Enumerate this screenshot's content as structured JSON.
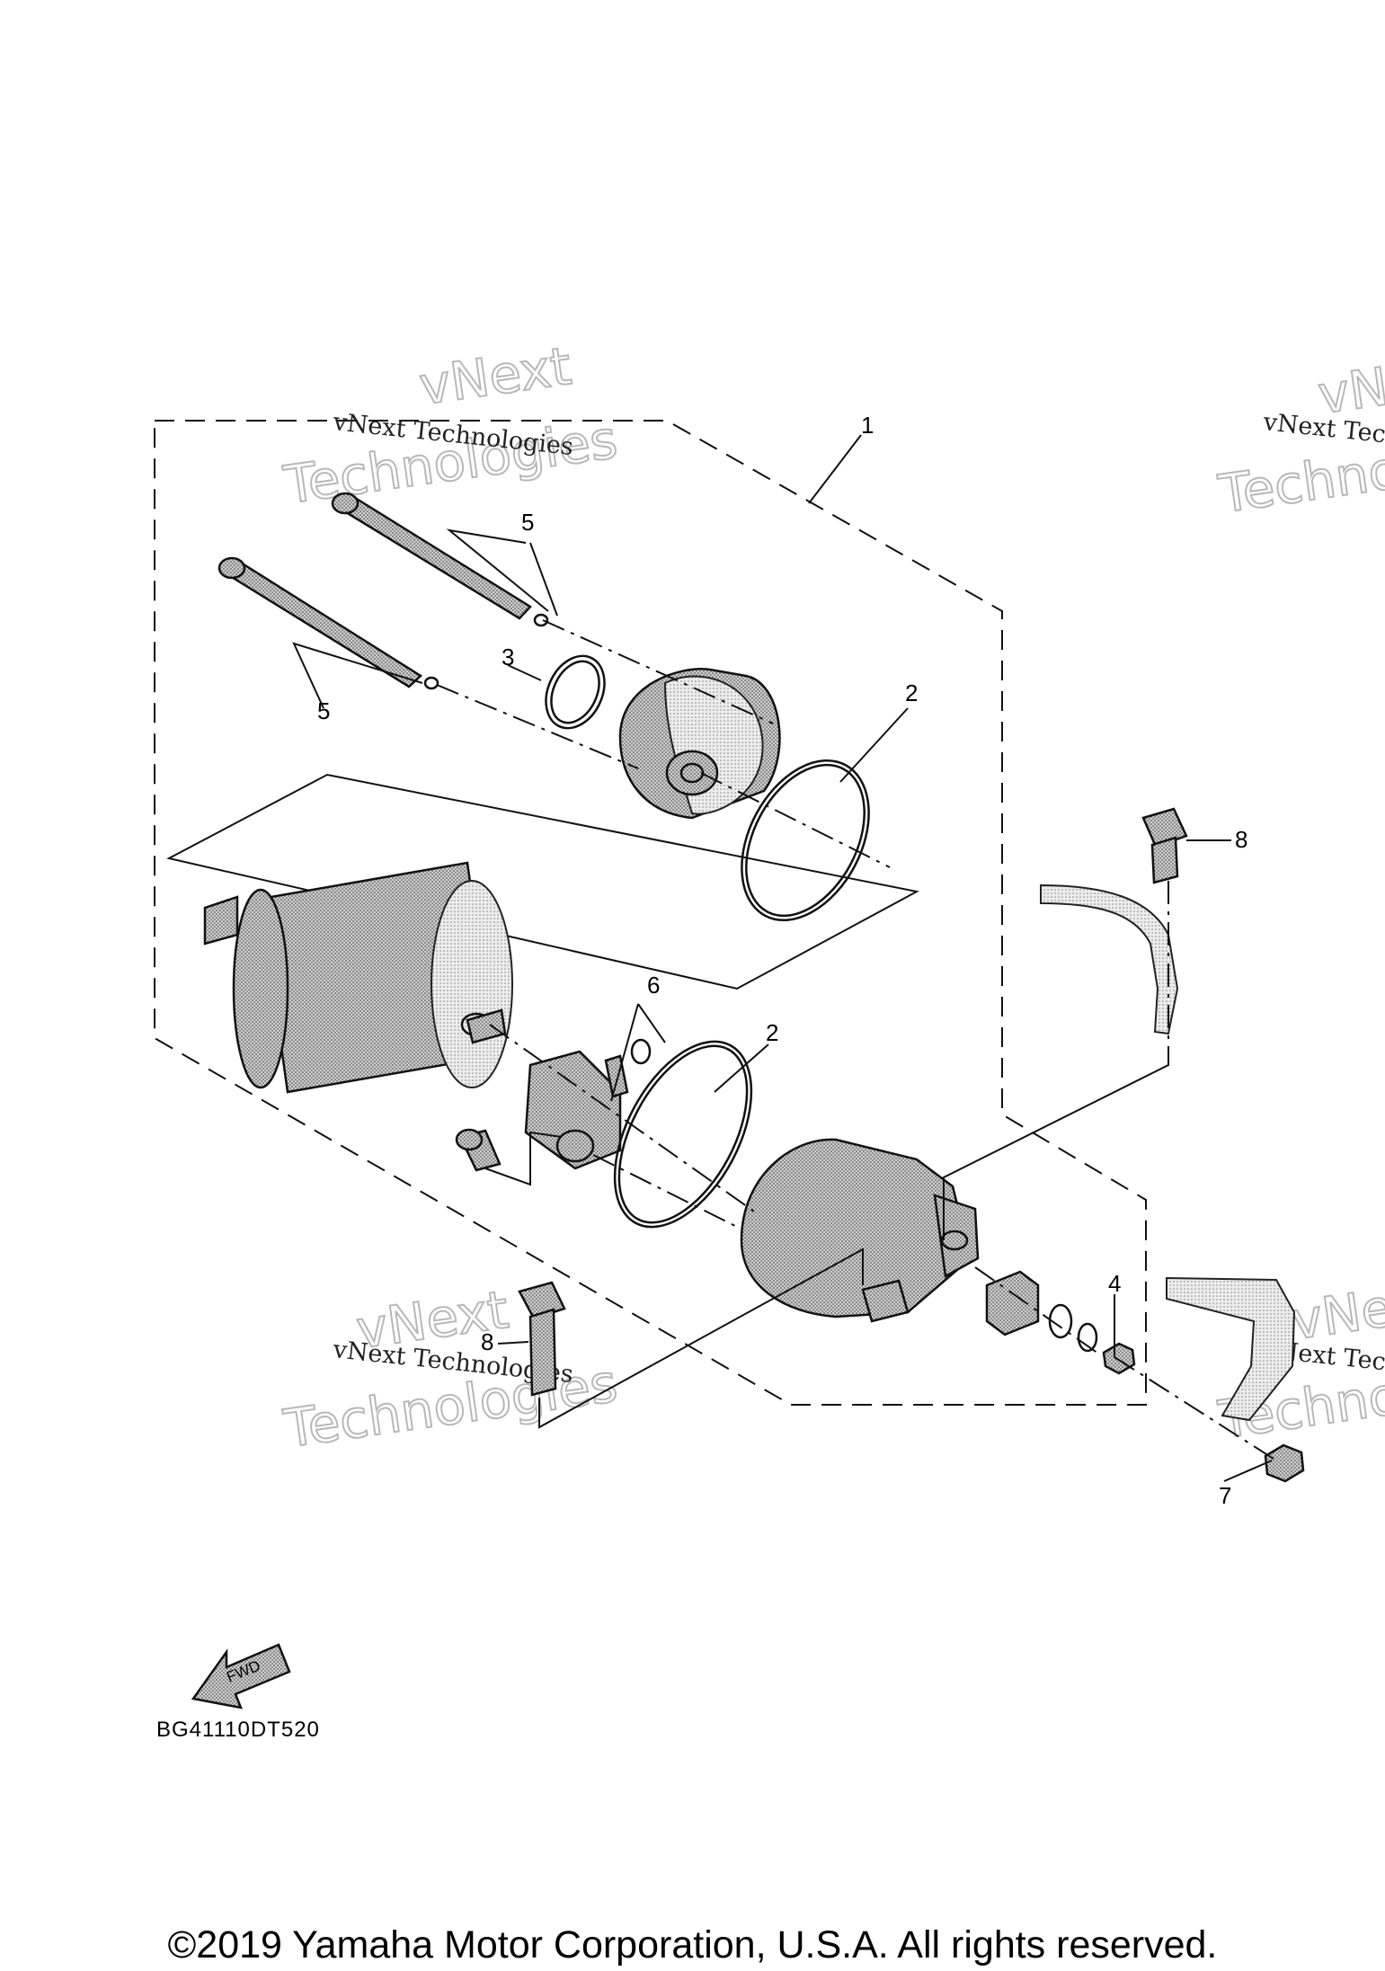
{
  "diagram": {
    "callouts": {
      "c1": "1",
      "c2a": "2",
      "c2b": "2",
      "c3": "3",
      "c4": "4",
      "c5a": "5",
      "c5b": "5",
      "c6": "6",
      "c7": "7",
      "c8a": "8",
      "c8b": "8"
    },
    "fwd_label": "FWD",
    "drawing_code": "BG41110DT520"
  },
  "watermarks": {
    "small_text": "vNext Technologies",
    "big_line1": "vNext",
    "big_line2": "Technologies"
  },
  "footer": {
    "copyright": "©2019 Yamaha Motor Corporation, U.S.A. All rights reserved."
  }
}
